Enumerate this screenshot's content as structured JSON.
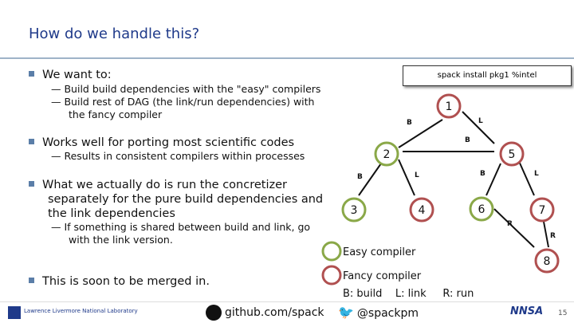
{
  "title": "How do we handle this?",
  "bullets": [
    {
      "text": "We want to:",
      "sub": [
        "Build build dependencies with the \"easy\" compilers",
        "Build rest of DAG (the link/run dependencies) with",
        "the fancy compiler"
      ]
    },
    {
      "text": "Works well for porting most scientific codes",
      "sub": [
        "Results in consistent compilers within processes"
      ]
    },
    {
      "text_lines": [
        "What we actually do is run the concretizer",
        "separately for the pure build dependencies and",
        "the link dependencies"
      ],
      "sub": [
        "If something is shared between build and link, go",
        "with the link version."
      ]
    },
    {
      "text": "This is soon to be merged in."
    }
  ],
  "command": "spack install pkg1 %intel",
  "graph": {
    "nodes": [
      {
        "id": "1",
        "label": "1",
        "color": "#b05050"
      },
      {
        "id": "2",
        "label": "2",
        "color": "#8aa848"
      },
      {
        "id": "3",
        "label": "3",
        "color": "#8aa848"
      },
      {
        "id": "4",
        "label": "4",
        "color": "#b05050"
      },
      {
        "id": "5",
        "label": "5",
        "color": "#b05050"
      },
      {
        "id": "6",
        "label": "6",
        "color": "#8aa848"
      },
      {
        "id": "7",
        "label": "7",
        "color": "#b05050"
      },
      {
        "id": "8",
        "label": "8",
        "color": "#b05050"
      }
    ],
    "edge_labels": [
      "B",
      "L",
      "B",
      "B",
      "L",
      "B",
      "L",
      "R",
      "R"
    ]
  },
  "legend": {
    "easy": "Easy compiler",
    "fancy": "Fancy compiler",
    "easy_color": "#8aa848",
    "fancy_color": "#b05050",
    "deps": "B: build    L: link     R: run"
  },
  "footer": {
    "lab": "Lawrence Livermore National Laboratory",
    "github": "github.com/spack",
    "twitter": "@spackpm",
    "nnsa": "NNSA",
    "page": "15"
  }
}
